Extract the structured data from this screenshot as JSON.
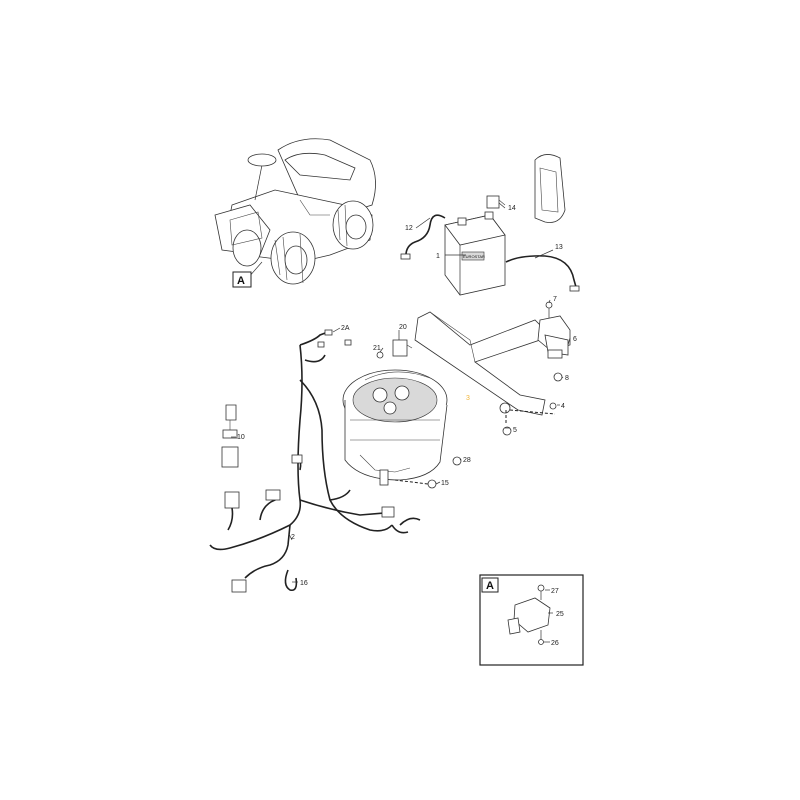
{
  "callouts": {
    "c1": "1",
    "c2": "2",
    "c2a": "2A",
    "c3": "3",
    "c4": "4",
    "c5": "5",
    "c6": "6",
    "c7": "7",
    "c8": "8",
    "c10": "10",
    "c12": "12",
    "c13": "13",
    "c14": "14",
    "c15": "15",
    "c16": "16",
    "c20": "20",
    "c21": "21",
    "c25": "25",
    "c26": "26",
    "c27": "27",
    "c28": "28"
  },
  "view_labels": {
    "main_a": "A",
    "detail_a": "A"
  },
  "battery_brand": "EUROSTAR",
  "colors": {
    "highlight": "#f2b53a",
    "line": "#333333",
    "background": "#ffffff"
  }
}
